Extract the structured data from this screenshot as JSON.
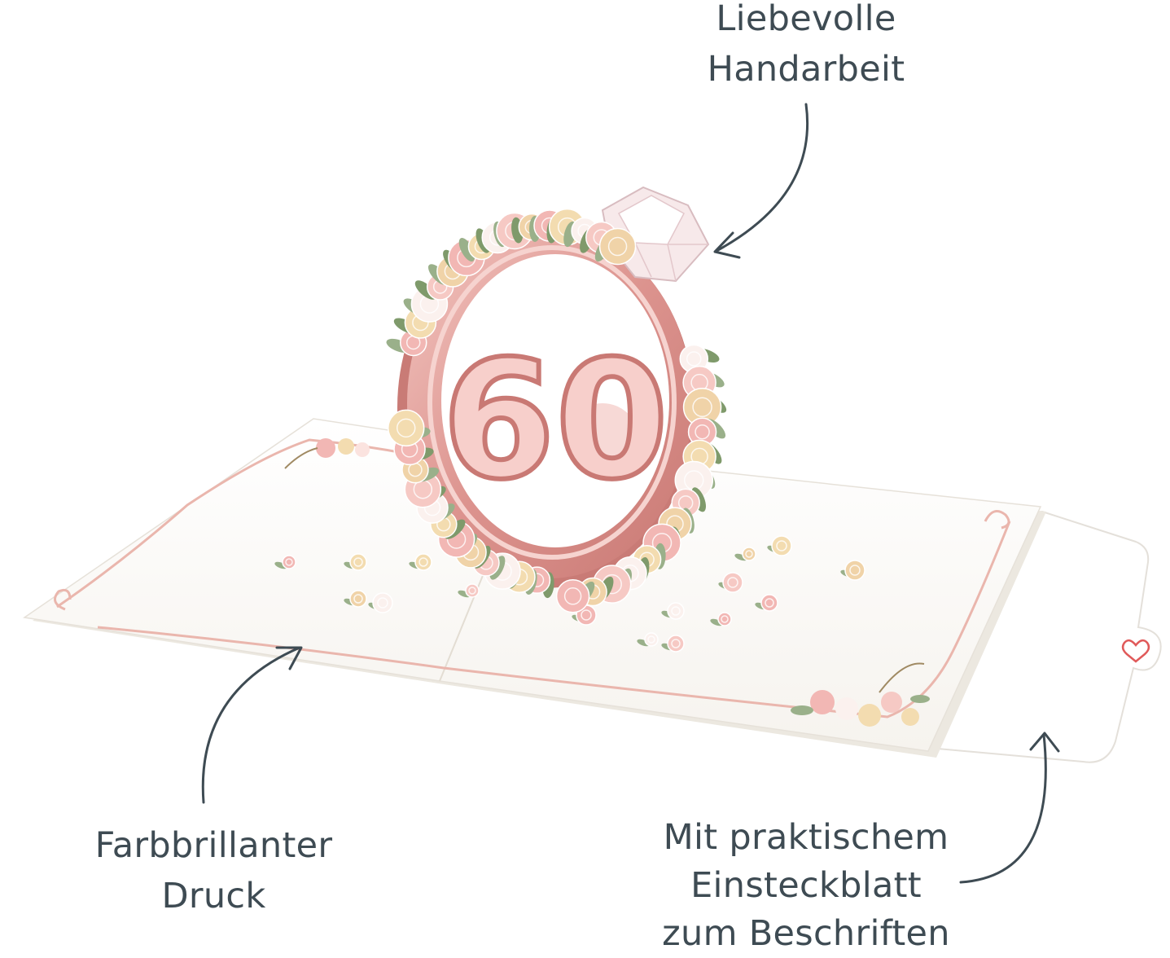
{
  "callouts": {
    "handarbeit": {
      "line1": "Liebevolle",
      "line2": "Handarbeit"
    },
    "druck": {
      "line1": "Farbbrillanter",
      "line2": "Druck"
    },
    "einsteckblatt": {
      "line1": "Mit praktischem",
      "line2": "Einsteckblatt",
      "line3": "zum Beschriften"
    }
  },
  "card": {
    "number": "60",
    "colors": {
      "ring": "#d98f8b",
      "ring_light": "#f1c2bc",
      "rose_pink": "#f2b7b4",
      "rose_cream": "#f3dcb0",
      "rose_white": "#fbf1ee",
      "leaf": "#7f9a6b",
      "ribbon": "#eab6ad",
      "paper": "#fdfcf9",
      "arrow": "#3e4b53"
    }
  }
}
